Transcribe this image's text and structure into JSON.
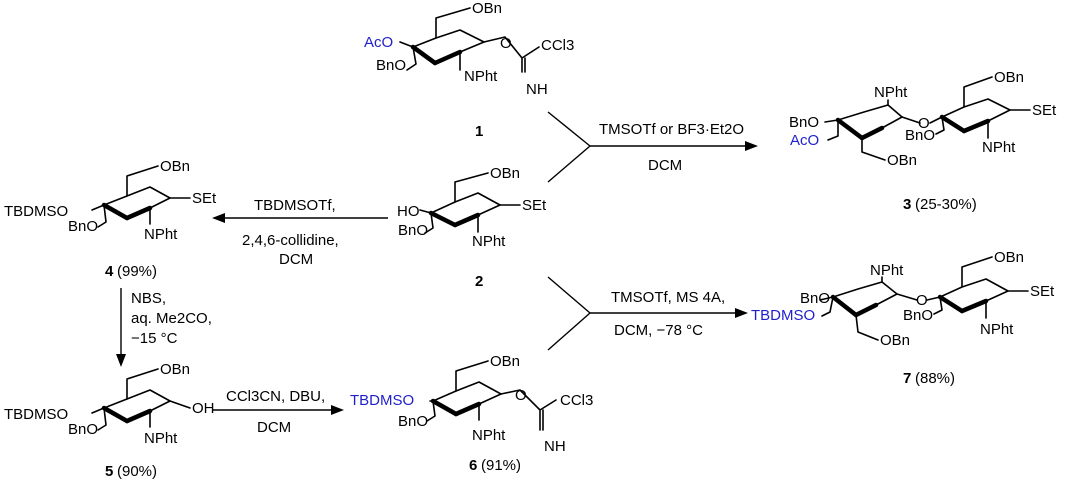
{
  "compounds": [
    {
      "id": "1",
      "labels": [
        "OBn",
        "AcO",
        "BnO",
        "NPht",
        "O",
        "CCl3",
        "NH"
      ],
      "yield": ""
    },
    {
      "id": "2",
      "labels": [
        "OBn",
        "HO",
        "BnO",
        "NPht",
        "SEt"
      ],
      "yield": ""
    },
    {
      "id": "3",
      "labels": [
        "NPht",
        "OBn",
        "BnO",
        "AcO",
        "O",
        "OBn",
        "BnO",
        "SEt",
        "NPht"
      ],
      "yield": "(25-30%)"
    },
    {
      "id": "4",
      "labels": [
        "OBn",
        "TBDMSO",
        "BnO",
        "SEt",
        "NPht"
      ],
      "yield": "(99%)"
    },
    {
      "id": "5",
      "labels": [
        "OBn",
        "TBDMSO",
        "BnO",
        "OH",
        "NPht"
      ],
      "yield": "(90%)"
    },
    {
      "id": "6",
      "labels": [
        "OBn",
        "TBDMSO",
        "BnO",
        "NPht",
        "O",
        "CCl3",
        "NH"
      ],
      "yield": "(91%)"
    },
    {
      "id": "7",
      "labels": [
        "NPht",
        "OBn",
        "BnO",
        "TBDMSO",
        "O",
        "BnO",
        "OBn",
        "SEt",
        "NPht"
      ],
      "yield": "(88%)"
    }
  ],
  "conditions": {
    "r1_top": "TMSOTf or BF3·Et2O",
    "r1_bottom": "DCM",
    "r2_top": "TBDMSOTf,",
    "r2_mid": "2,4,6-collidine,",
    "r2_bottom": "DCM",
    "r3_top": "TMSOTf, MS 4A,",
    "r3_bottom": "DCM, −78 °C",
    "r4_line1": "NBS,",
    "r4_line2": "aq. Me2CO,",
    "r4_line3": "−15 °C",
    "r5_top": "CCl3CN, DBU,",
    "r5_bottom": "DCM"
  },
  "colors": {
    "protecting_group": "#1f1fcc",
    "ink": "#000000"
  }
}
